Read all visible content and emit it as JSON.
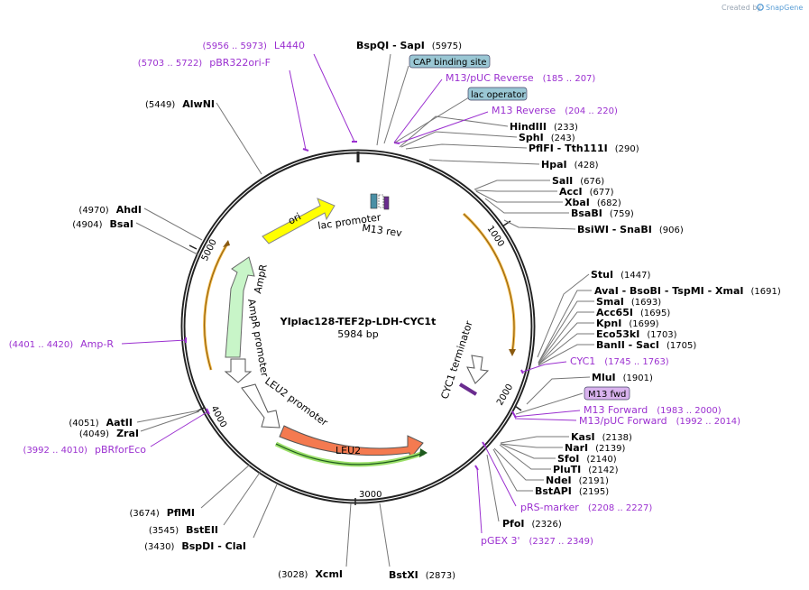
{
  "credit": {
    "prefix": "Created by",
    "brand": "SnapGene"
  },
  "plasmid": {
    "name": "YIplac128-TEF2p-LDH-CYC1t",
    "length_label": "5984 bp",
    "length": 5984
  },
  "tick_labels": [
    {
      "pos": 1000,
      "label": "1000"
    },
    {
      "pos": 2000,
      "label": "2000"
    },
    {
      "pos": 3000,
      "label": "3000"
    },
    {
      "pos": 4000,
      "label": "4000"
    },
    {
      "pos": 5000,
      "label": "5000"
    }
  ],
  "enzymes_right": [
    {
      "name": "BspQI",
      "name2": "SapI",
      "pos_text": "(5975)",
      "site": 5975
    },
    {
      "name": "HindIII",
      "name2": "",
      "pos_text": "(233)",
      "site": 233
    },
    {
      "name": "SphI",
      "name2": "",
      "pos_text": "(243)",
      "site": 243
    },
    {
      "name": "PflFI",
      "name2": "Tth111I",
      "pos_text": "(290)",
      "site": 290
    },
    {
      "name": "HpaI",
      "name2": "",
      "pos_text": "(428)",
      "site": 428
    },
    {
      "name": "SalI",
      "name2": "",
      "pos_text": "(676)",
      "site": 676
    },
    {
      "name": "AccI",
      "name2": "",
      "pos_text": "(677)",
      "site": 677
    },
    {
      "name": "XbaI",
      "name2": "",
      "pos_text": "(682)",
      "site": 682
    },
    {
      "name": "BsaBI",
      "name2": "",
      "pos_text": "(759)",
      "site": 759
    },
    {
      "name": "BsiWI",
      "name2": "SnaBI",
      "pos_text": "(906)",
      "site": 906
    },
    {
      "name": "StuI",
      "name2": "",
      "pos_text": "(1447)",
      "site": 1447
    },
    {
      "name": "AvaI",
      "name2": "BsoBI",
      "name3": "TspMI",
      "name4": "XmaI",
      "pos_text": "(1691)",
      "site": 1691
    },
    {
      "name": "SmaI",
      "name2": "",
      "pos_text": "(1693)",
      "site": 1693
    },
    {
      "name": "Acc65I",
      "name2": "",
      "pos_text": "(1695)",
      "site": 1695
    },
    {
      "name": "KpnI",
      "name2": "",
      "pos_text": "(1699)",
      "site": 1699
    },
    {
      "name": "Eco53kI",
      "name2": "",
      "pos_text": "(1703)",
      "site": 1703
    },
    {
      "name": "BanII",
      "name2": "SacI",
      "pos_text": "(1705)",
      "site": 1705
    },
    {
      "name": "MluI",
      "name2": "",
      "pos_text": "(1901)",
      "site": 1901
    },
    {
      "name": "KasI",
      "name2": "",
      "pos_text": "(2138)",
      "site": 2138
    },
    {
      "name": "NarI",
      "name2": "",
      "pos_text": "(2139)",
      "site": 2139
    },
    {
      "name": "SfoI",
      "name2": "",
      "pos_text": "(2140)",
      "site": 2140
    },
    {
      "name": "PluTI",
      "name2": "",
      "pos_text": "(2142)",
      "site": 2142
    },
    {
      "name": "NdeI",
      "name2": "",
      "pos_text": "(2191)",
      "site": 2191
    },
    {
      "name": "BstAPI",
      "name2": "",
      "pos_text": "(2195)",
      "site": 2195
    },
    {
      "name": "PfoI",
      "name2": "",
      "pos_text": "(2326)",
      "site": 2326
    },
    {
      "name": "BstXI",
      "name2": "",
      "pos_text": "(2873)",
      "site": 2873
    }
  ],
  "enzymes_left": [
    {
      "name": "AlwNI",
      "pos_text": "(5449)",
      "site": 5449
    },
    {
      "name": "AhdI",
      "pos_text": "(4970)",
      "site": 4970
    },
    {
      "name": "BsaI",
      "pos_text": "(4904)",
      "site": 4904
    },
    {
      "name": "AatII",
      "pos_text": "(4051)",
      "site": 4051
    },
    {
      "name": "ZraI",
      "pos_text": "(4049)",
      "site": 4049
    },
    {
      "name": "PflMI",
      "pos_text": "(3674)",
      "site": 3674
    },
    {
      "name": "BstEII",
      "pos_text": "(3545)",
      "site": 3545
    },
    {
      "name": "BspDI",
      "name2": "ClaI",
      "pos_text": "(3430)",
      "site": 3430
    },
    {
      "name": "XcmI",
      "pos_text": "(3028)",
      "site": 3028
    }
  ],
  "primers": [
    {
      "name": "L4440",
      "range": "(5956 .. 5973)",
      "start": 5956,
      "end": 5973
    },
    {
      "name": "pBR322ori-F",
      "range": "(5703 .. 5722)",
      "start": 5703,
      "end": 5722
    },
    {
      "name": "M13/pUC Reverse",
      "range": "(185 .. 207)",
      "start": 185,
      "end": 207
    },
    {
      "name": "M13 Reverse",
      "range": "(204 .. 220)",
      "start": 204,
      "end": 220
    },
    {
      "name": "CYC1",
      "range": "(1745 .. 1763)",
      "start": 1745,
      "end": 1763
    },
    {
      "name": "M13 Forward",
      "range": "(1983 .. 2000)",
      "start": 1983,
      "end": 2000
    },
    {
      "name": "M13/pUC Forward",
      "range": "(1992 .. 2014)",
      "start": 1992,
      "end": 2014
    },
    {
      "name": "pRS-marker",
      "range": "(2208 .. 2227)",
      "start": 2208,
      "end": 2227
    },
    {
      "name": "pGEX 3'",
      "range": "(2327 .. 2349)",
      "start": 2327,
      "end": 2349
    },
    {
      "name": "Amp-R",
      "range": "(4401 .. 4420)",
      "start": 4401,
      "end": 4420
    },
    {
      "name": "pBRforEco",
      "range": "(3992 .. 4010)",
      "start": 3992,
      "end": 4010
    }
  ],
  "boxed_features": [
    {
      "name": "CAP binding site",
      "color": "#9ac7d4"
    },
    {
      "name": "lac operator",
      "color": "#9ac7d4"
    },
    {
      "name": "M13 fwd",
      "color": "#d9b3ee"
    }
  ],
  "features": [
    {
      "name": "ori",
      "color": "#ffff00"
    },
    {
      "name": "lac promoter",
      "color": "#ffffff"
    },
    {
      "name": "M13 rev",
      "color": "#6a2c8f"
    },
    {
      "name": "AmpR",
      "color": "#c8f5c8"
    },
    {
      "name": "AmpR promoter",
      "color": "#ffffff"
    },
    {
      "name": "LEU2 promoter",
      "color": "#ffffff"
    },
    {
      "name": "LEU2",
      "color": "#f47a50"
    },
    {
      "name": "CYC1 terminator",
      "color": "#ffffff"
    }
  ]
}
